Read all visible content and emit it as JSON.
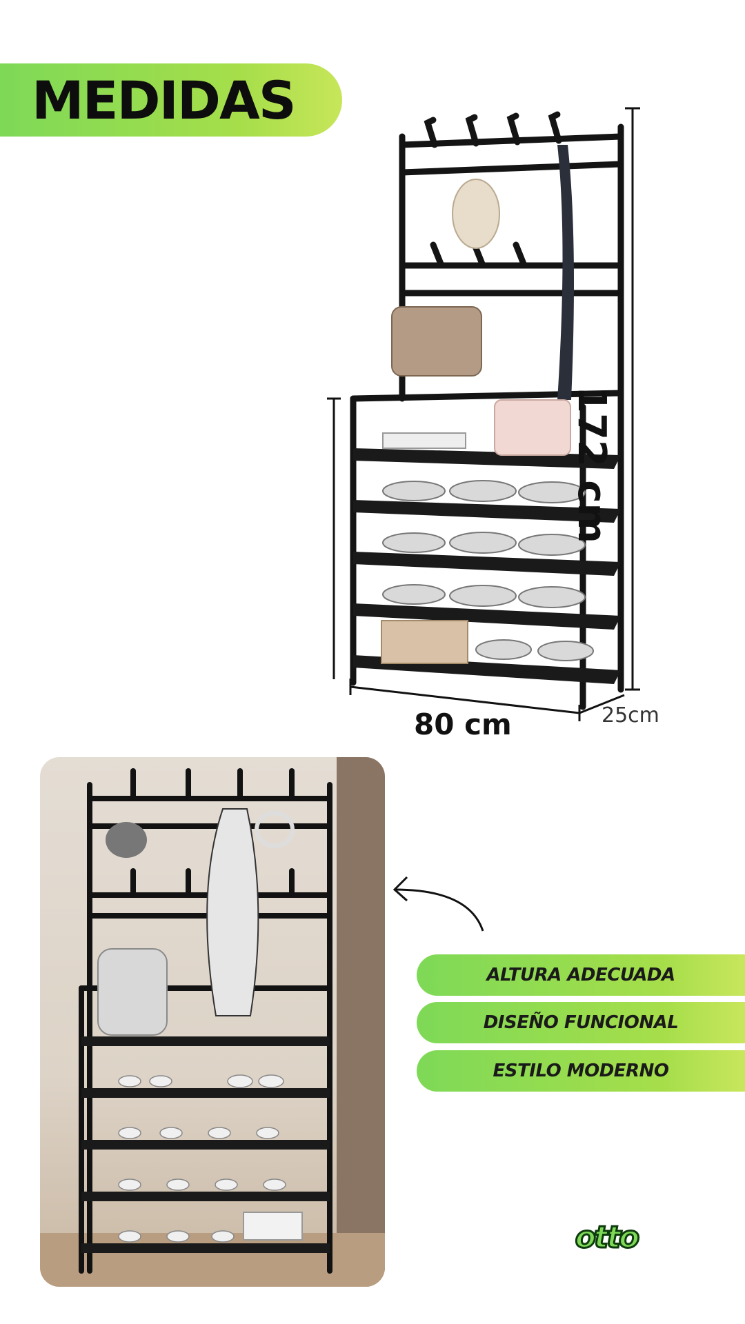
{
  "header": {
    "title": "MEDIDAS",
    "accent_color": "#7ed957",
    "accent_color_end": "#c7e65a"
  },
  "dimensions": {
    "height": "172 cm",
    "width": "80 cm",
    "depth": "25cm"
  },
  "product_photo": {
    "icon": "shoe-rack-photo"
  },
  "features": [
    {
      "label": "ALTURA ADECUADA"
    },
    {
      "label": "DISEÑO FUNCIONAL"
    },
    {
      "label": "ESTILO MODERNO"
    }
  ],
  "brand": {
    "logo": "otto"
  },
  "colors": {
    "frame": "#141414",
    "background": "#ffffff"
  }
}
